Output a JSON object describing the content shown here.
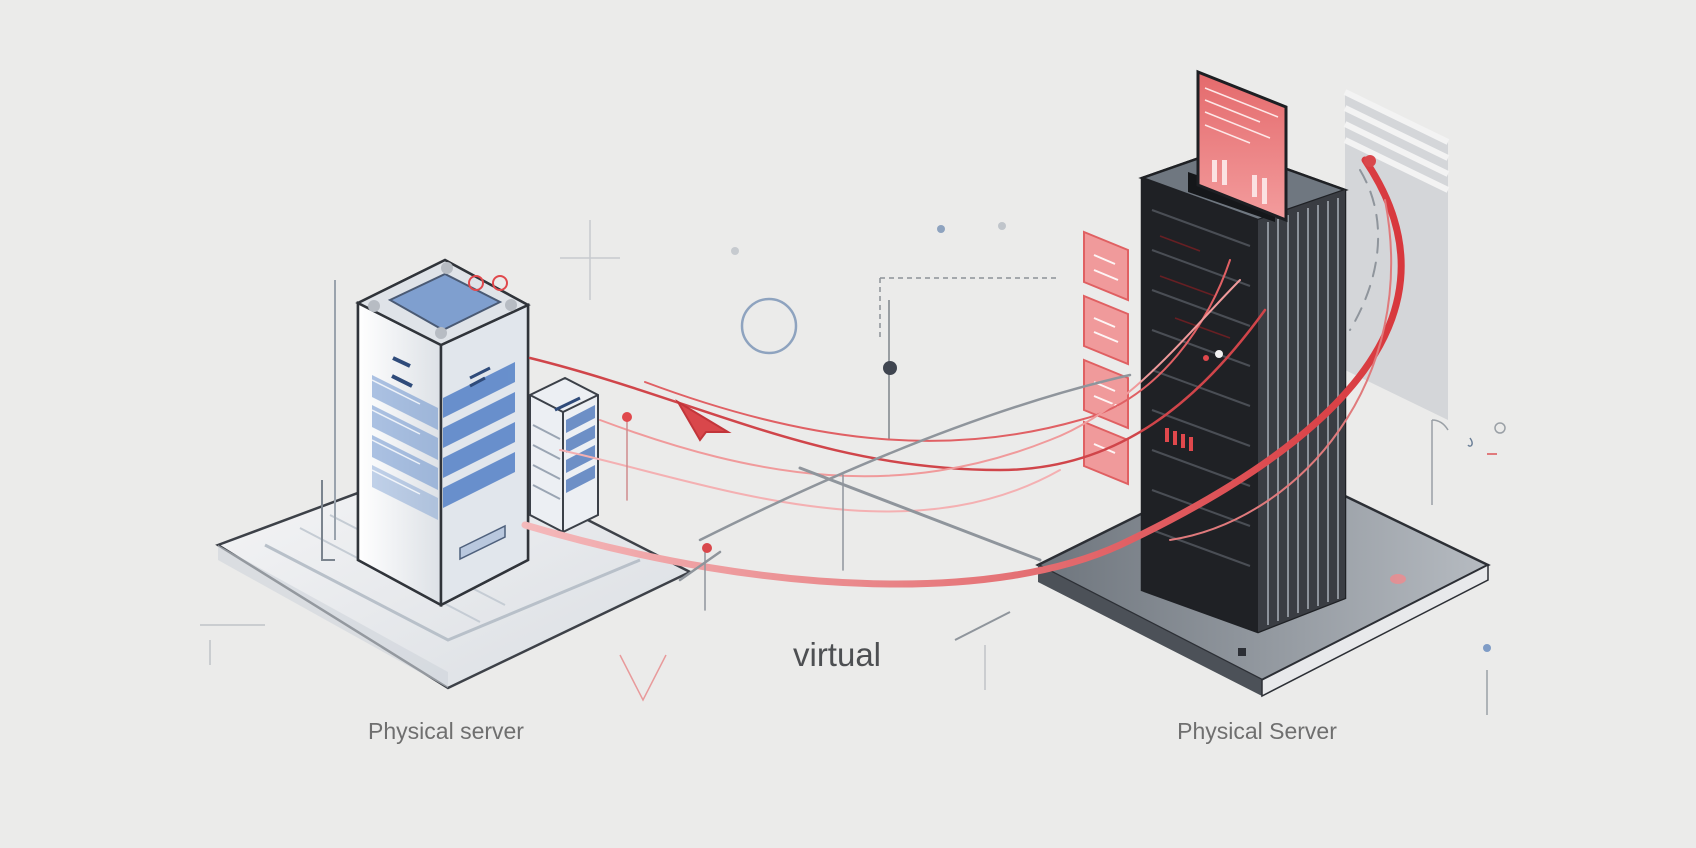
{
  "labels": {
    "left_server": "Physical server",
    "right_server": "Physical Server",
    "connection": "virtual"
  },
  "colors": {
    "background": "#ebebea",
    "accent_red": "#d9474b",
    "light_red": "#f08a8d",
    "blue": "#5b86c9",
    "dark_server": "#2e3035",
    "gray_line": "#8f959c",
    "text": "#6f6f6f"
  },
  "icons": {
    "left": "physical-server-icon",
    "right": "rack-server-icon",
    "arrow": "direction-arrow-icon"
  }
}
